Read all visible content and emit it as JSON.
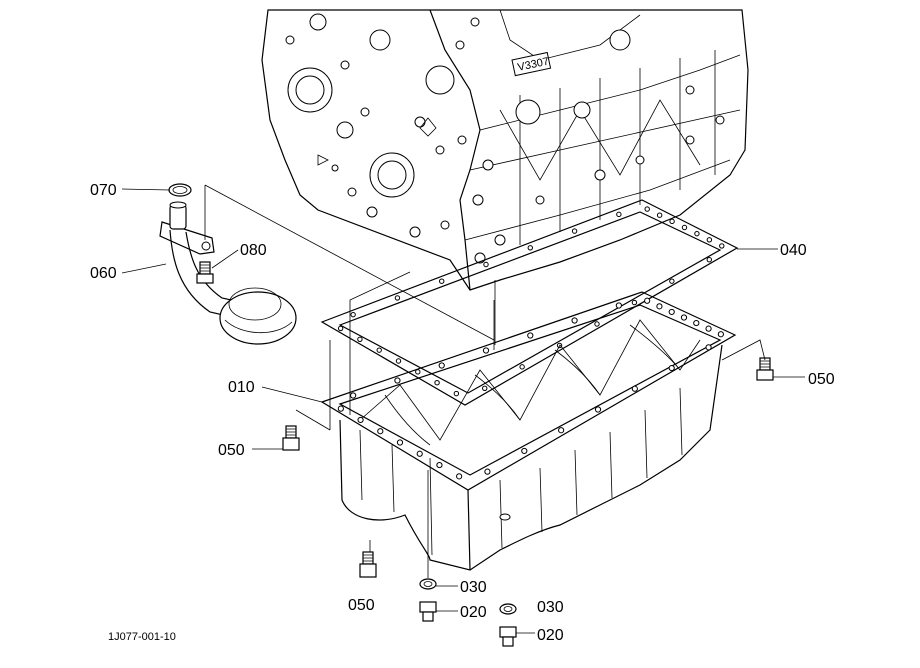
{
  "figure_id": "1J077-001-10",
  "stamp_text": "V3307",
  "labels": {
    "p070": "070",
    "p080": "080",
    "p060": "060",
    "p040": "040",
    "p010": "010",
    "p050_left": "050",
    "p050_right": "050",
    "p050_bottom": "050",
    "p030_a": "030",
    "p030_b": "030",
    "p020_a": "020",
    "p020_b": "020"
  }
}
